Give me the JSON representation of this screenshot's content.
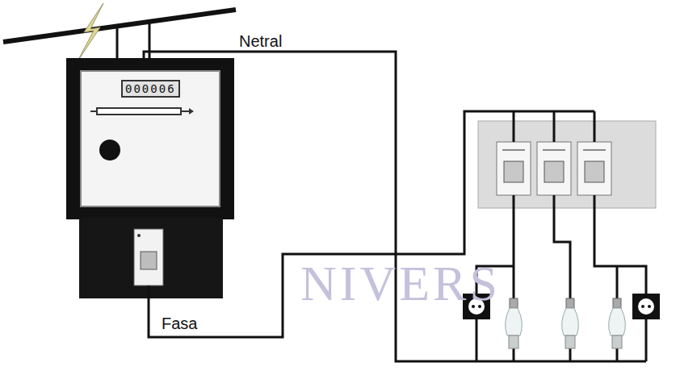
{
  "diagram": {
    "nodes": [
      {
        "text": [
          "000006"
        ]
      }
    ],
    "labels": [
      "Netral",
      "Fasa",
      "NIVERS"
    ]
  }
}
